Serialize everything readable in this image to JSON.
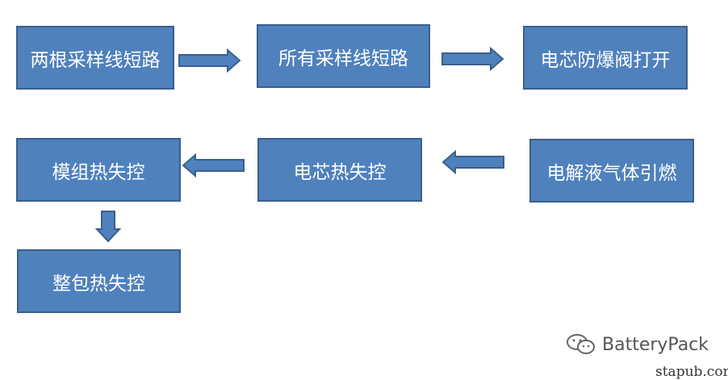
{
  "nodes": {
    "n1": "两根采样线短路",
    "n2": "所有采样线短路",
    "n3": "电芯防爆阀打开",
    "n4": "电解液气体引燃",
    "n5": "电芯热失控",
    "n6": "模组热失控",
    "n7": "整包热失控"
  },
  "watermark": {
    "brand": "BatteryPack",
    "icon": "wechat-icon",
    "site": "stapub.com"
  },
  "colors": {
    "box_fill": "#4f81bd",
    "box_border": "#3a5f8b",
    "text": "#ffffff"
  }
}
